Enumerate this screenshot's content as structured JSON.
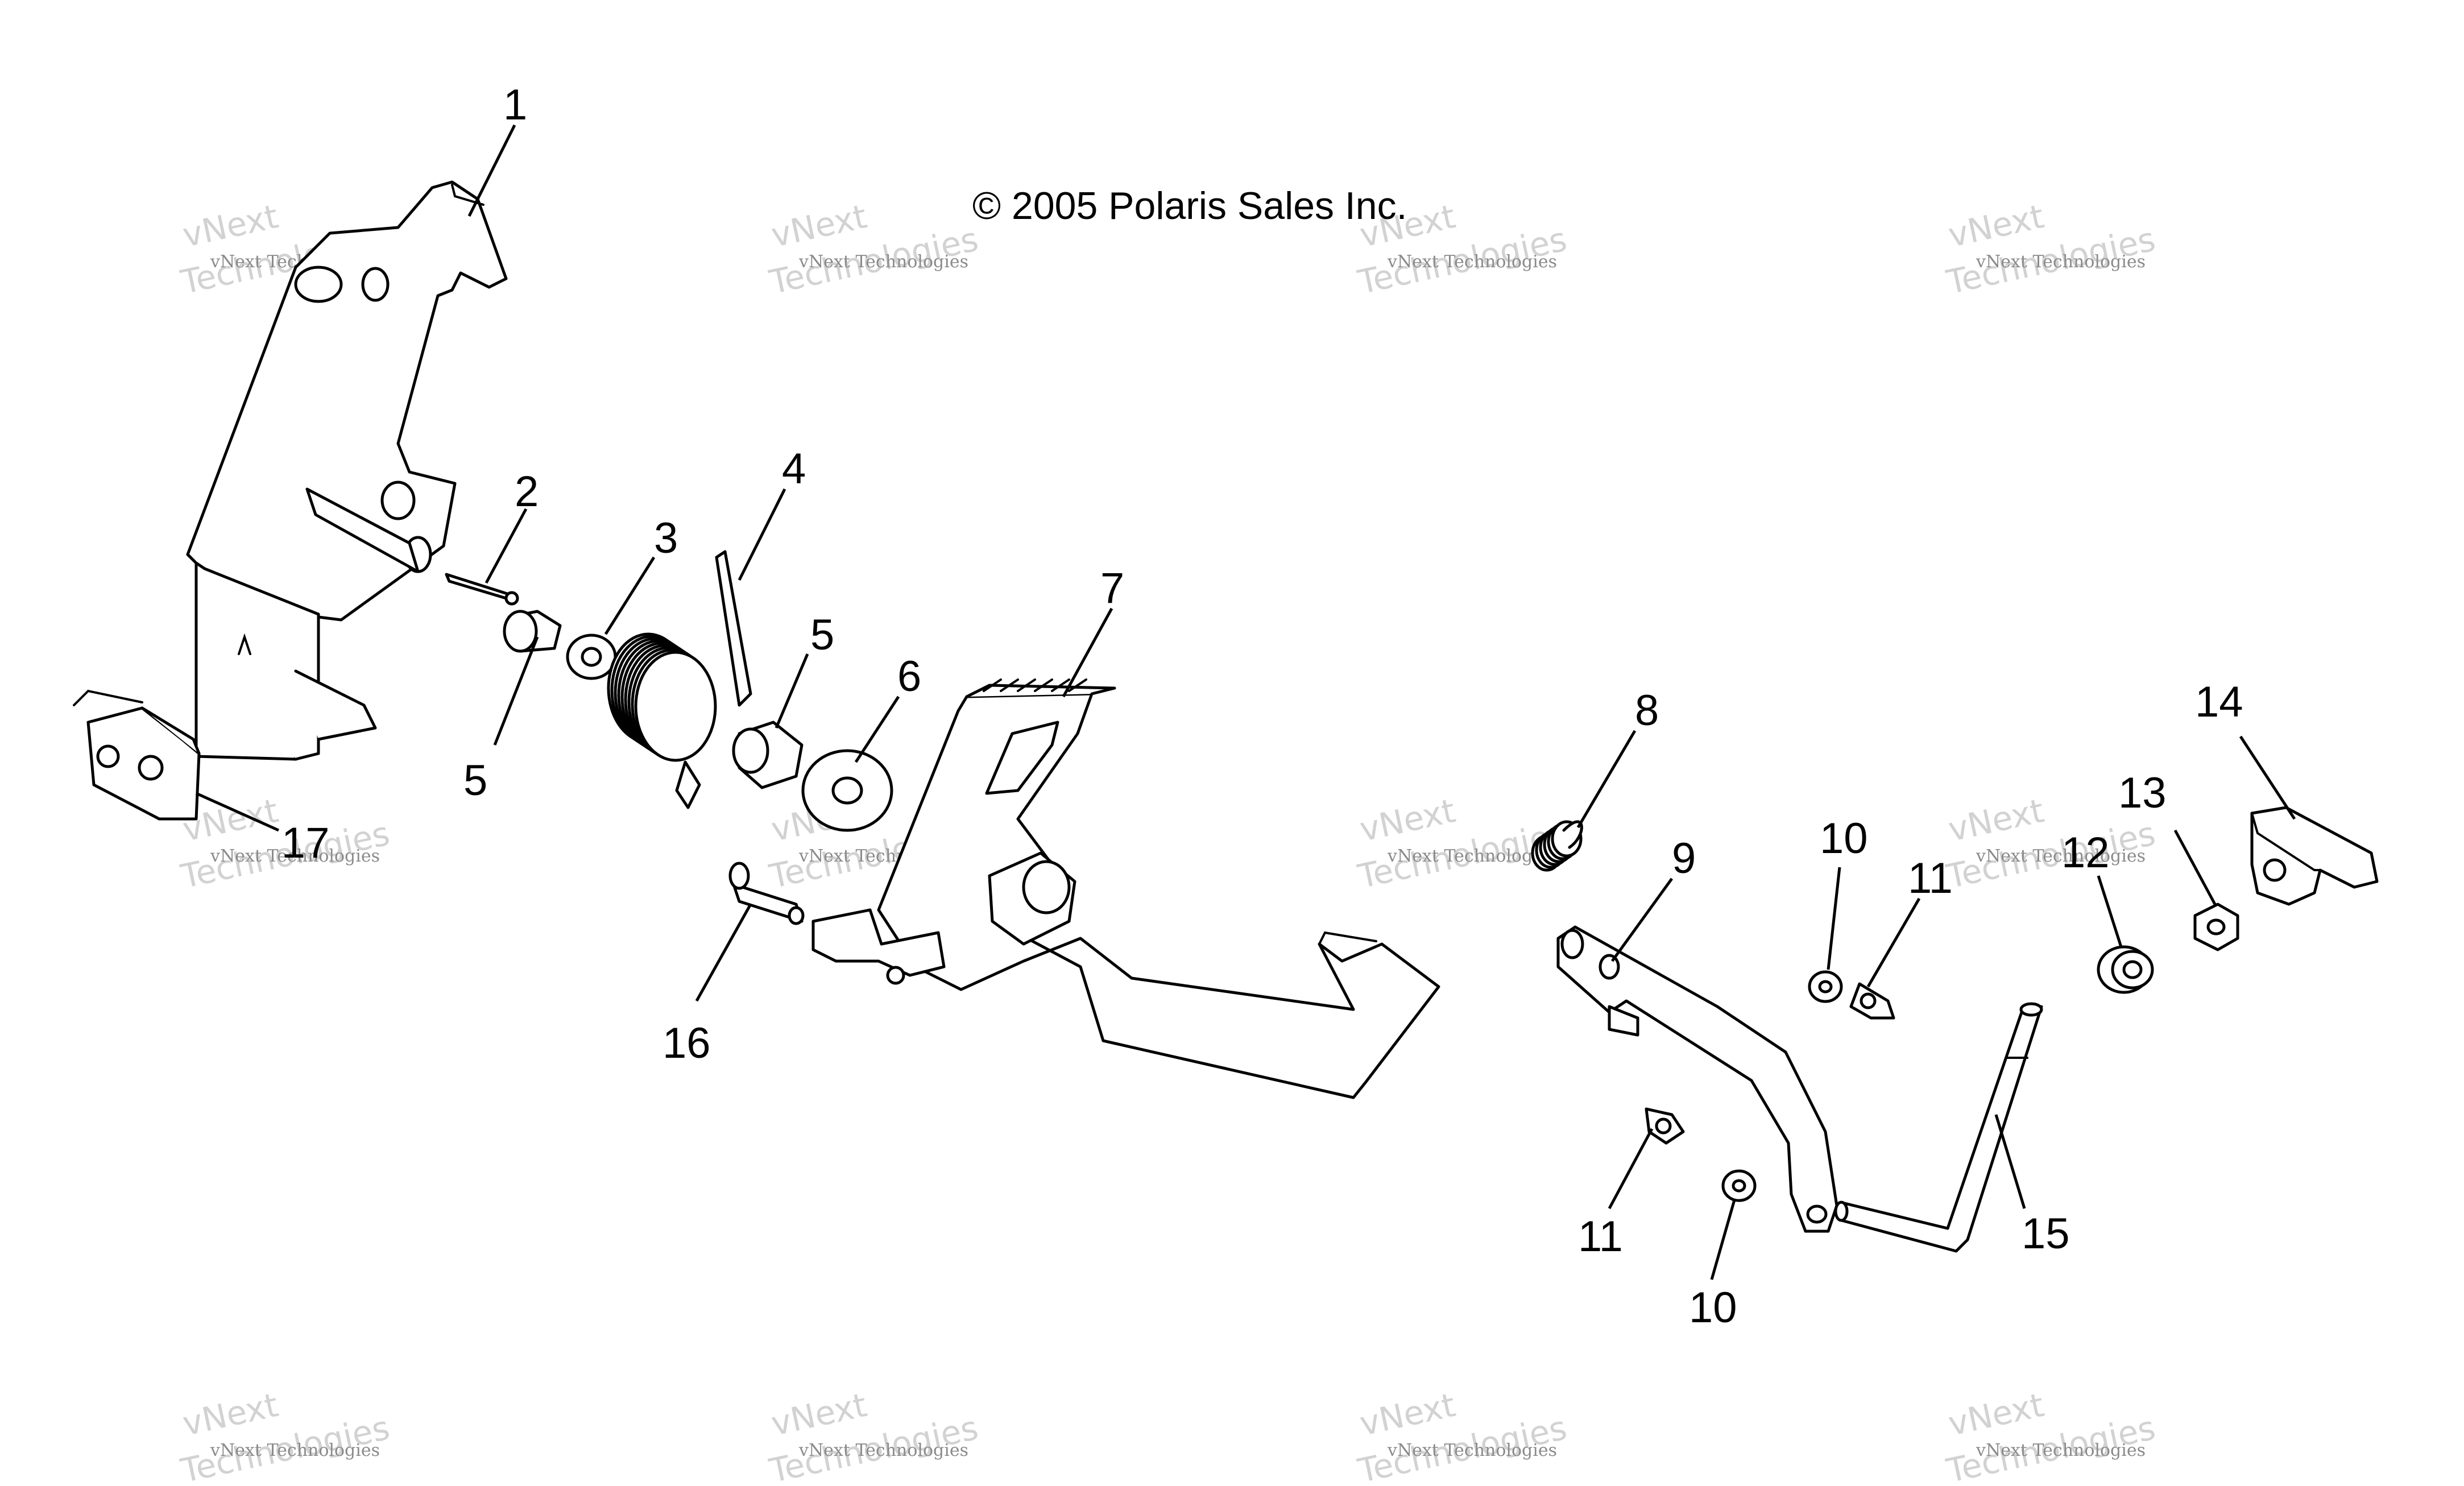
{
  "diagram": {
    "copyright": "© 2005 Polaris Sales Inc.",
    "watermark": {
      "top_line": "vNext",
      "line": "vNext Technologies",
      "big_line": "Technologies"
    },
    "callouts": [
      {
        "id": "c1",
        "label": "1"
      },
      {
        "id": "c2",
        "label": "2"
      },
      {
        "id": "c3",
        "label": "3"
      },
      {
        "id": "c4",
        "label": "4"
      },
      {
        "id": "c5a",
        "label": "5"
      },
      {
        "id": "c5b",
        "label": "5"
      },
      {
        "id": "c6",
        "label": "6"
      },
      {
        "id": "c7",
        "label": "7"
      },
      {
        "id": "c8",
        "label": "8"
      },
      {
        "id": "c9",
        "label": "9"
      },
      {
        "id": "c10a",
        "label": "10"
      },
      {
        "id": "c10b",
        "label": "10"
      },
      {
        "id": "c11a",
        "label": "11"
      },
      {
        "id": "c11b",
        "label": "11"
      },
      {
        "id": "c12",
        "label": "12"
      },
      {
        "id": "c13",
        "label": "13"
      },
      {
        "id": "c14",
        "label": "14"
      },
      {
        "id": "c15",
        "label": "15"
      },
      {
        "id": "c16",
        "label": "16"
      },
      {
        "id": "c17",
        "label": "17"
      }
    ]
  }
}
